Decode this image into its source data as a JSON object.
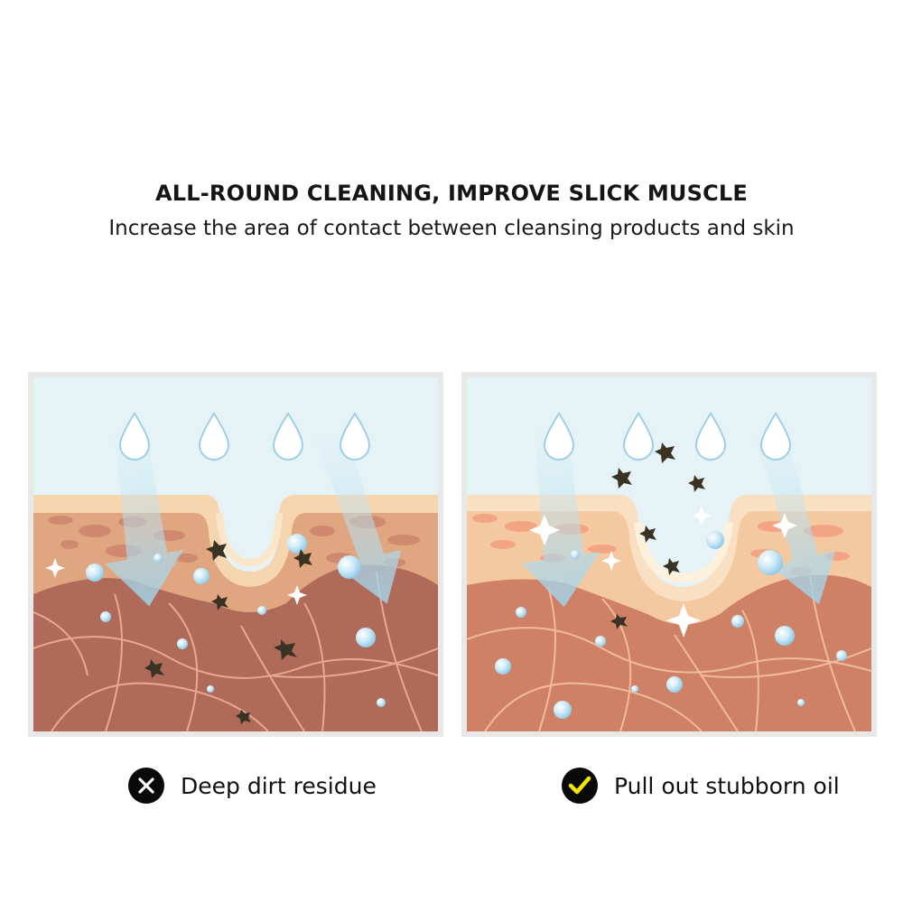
{
  "header": {
    "title": "ALL-ROUND CLEANING, IMPROVE SLICK MUSCLE",
    "subtitle": "Increase the area of contact between cleansing products and skin"
  },
  "panels": {
    "left": {
      "caption": "Deep dirt residue",
      "status_icon": "x-icon"
    },
    "right": {
      "caption": "Pull out stubborn oil",
      "status_icon": "check-icon"
    }
  },
  "colors": {
    "sky": "#e6f3f6",
    "epidermis_top": "#f6d6ae",
    "dermis_left": "#b06a5a",
    "dermis_right": "#cf8166",
    "check_accent": "#f5e600",
    "dirt": "#3a3323"
  }
}
